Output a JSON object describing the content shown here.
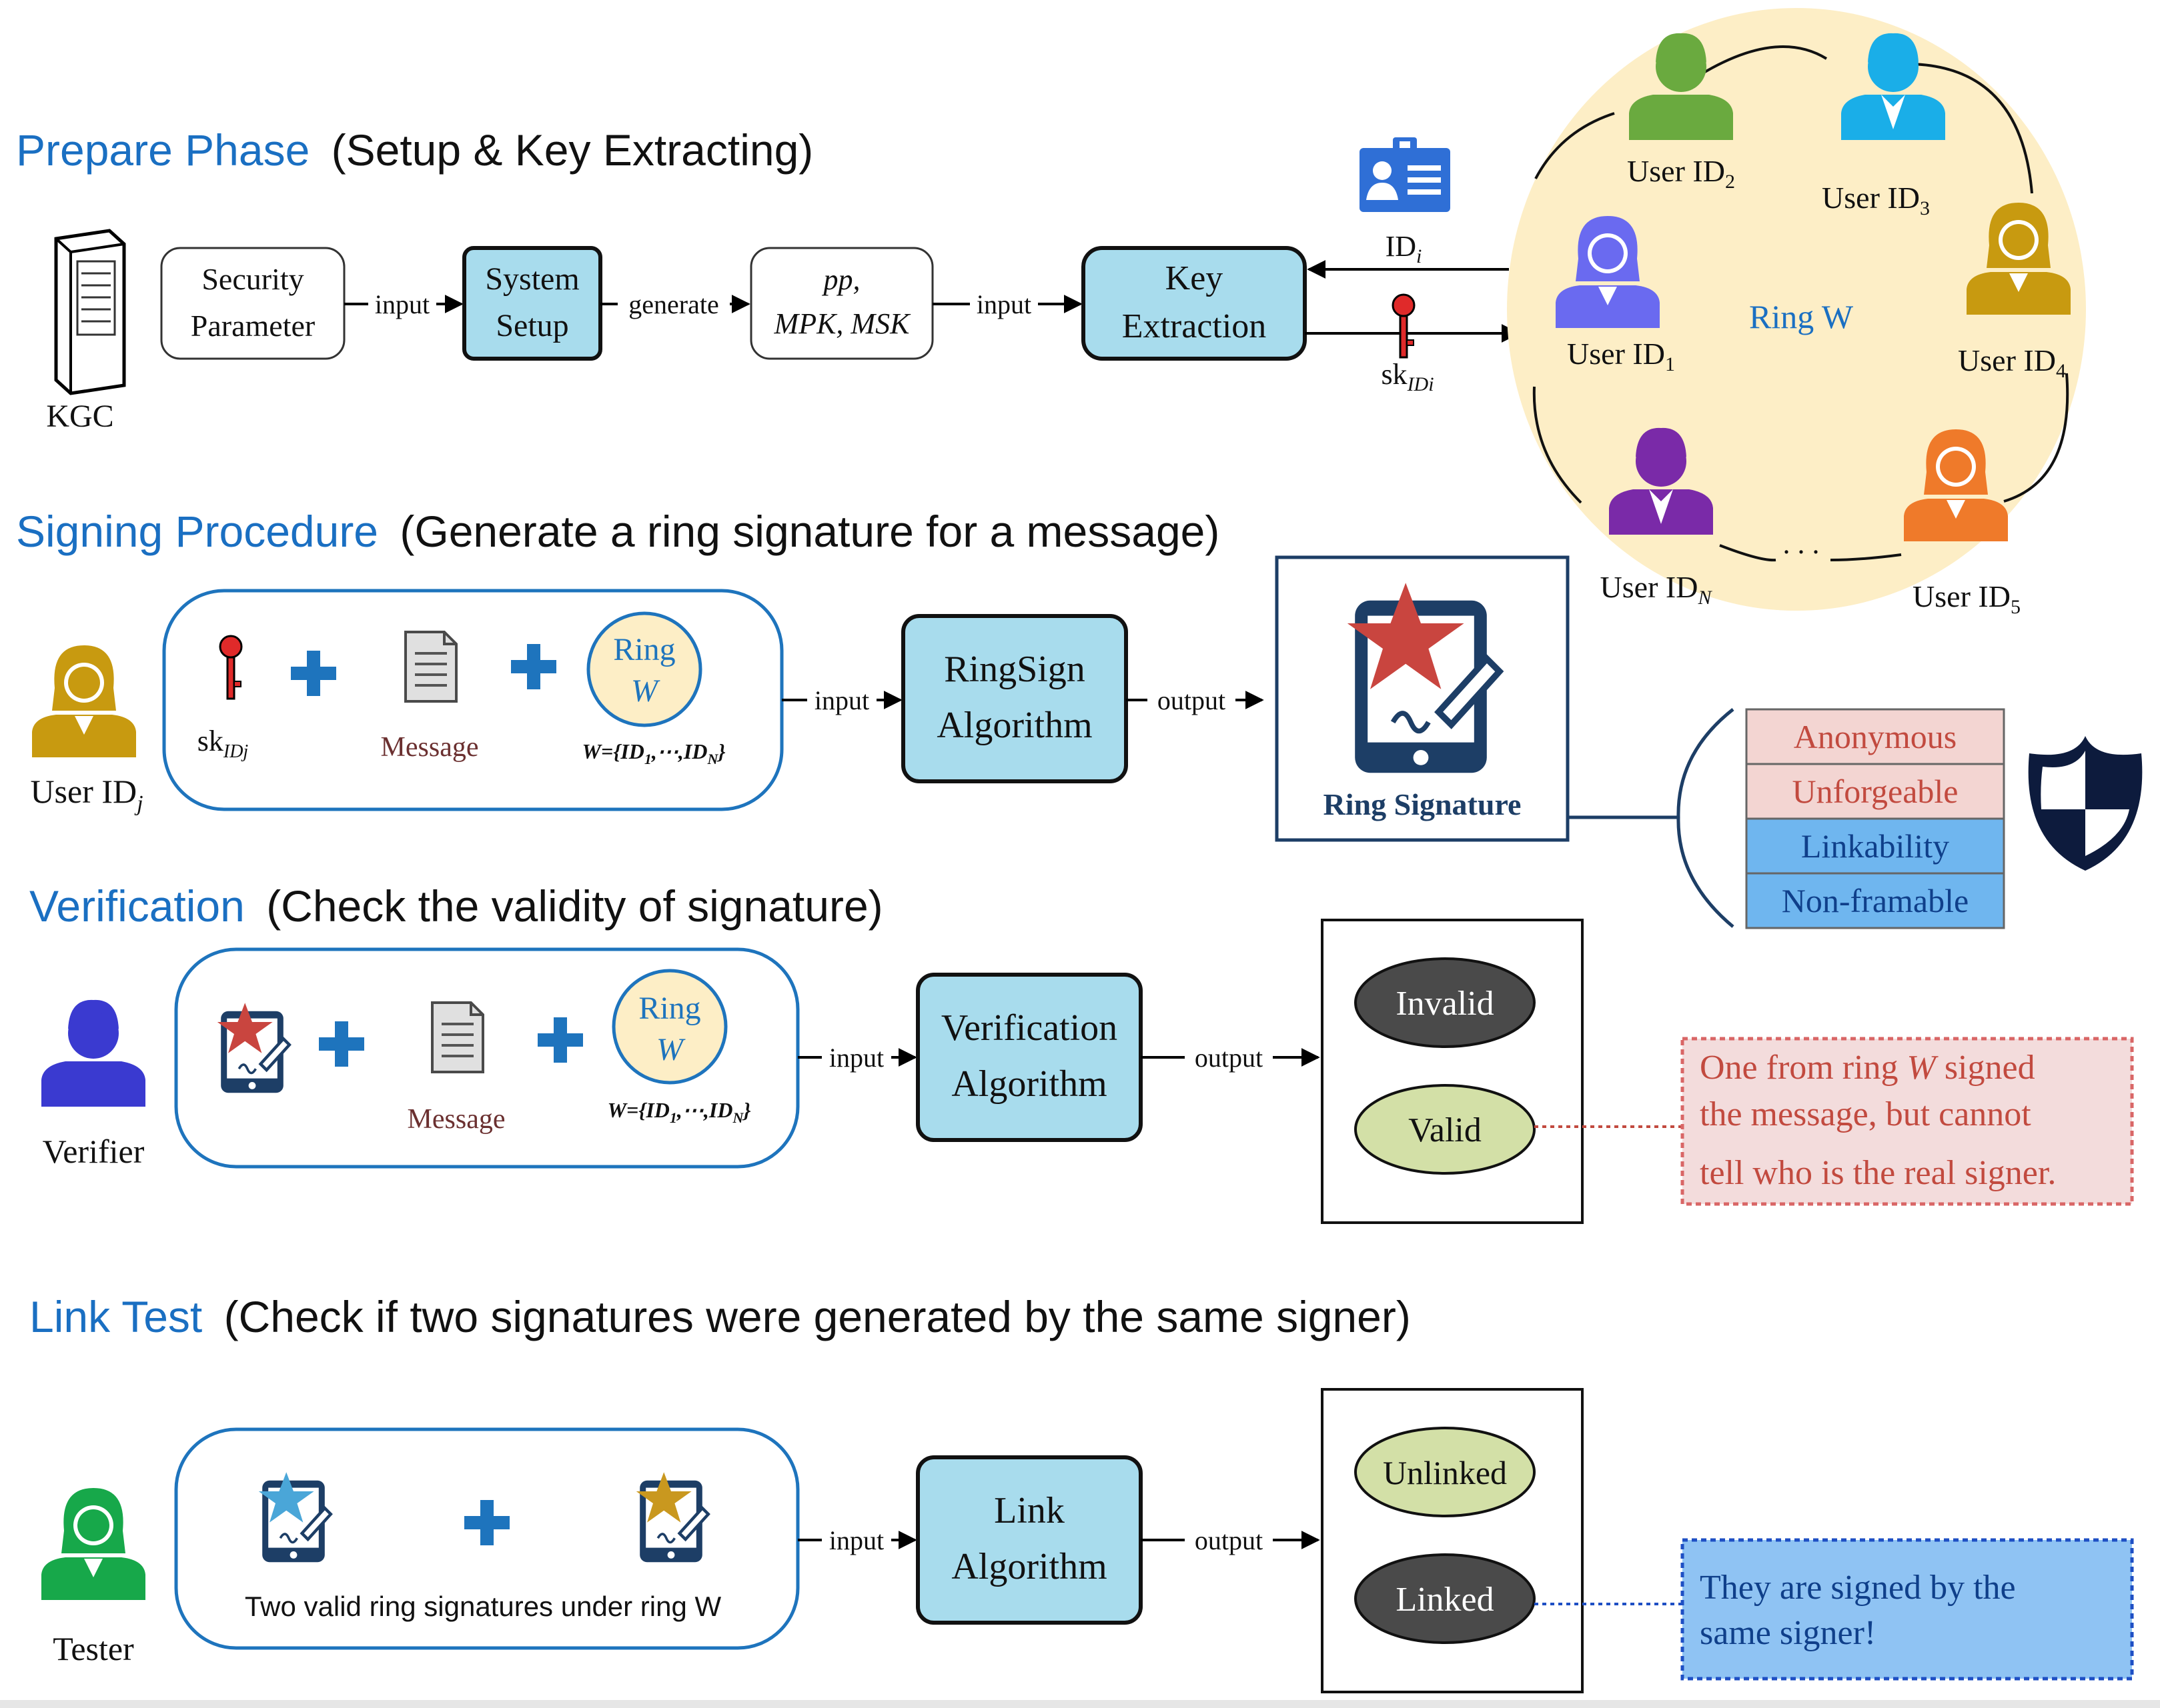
{
  "colors": {
    "heading_blue": "#1a6fc2",
    "box_fill": "#a8dced",
    "ring_fill": "#fdeec6",
    "prop_pink": "#f3d5d2",
    "prop_blue": "#6fb6ef",
    "note_red": "#d96666",
    "note_blue_fill": "#8fc3f3",
    "oval_dark": "#4a4a4a",
    "oval_light": "#d3e0a7",
    "shield": "#0d1b3d"
  },
  "sections": {
    "prepare": {
      "title": "Prepare Phase",
      "subtitle": "(Setup & Key Extracting)"
    },
    "signing": {
      "title": "Signing Procedure",
      "subtitle": "(Generate a ring signature for a message)"
    },
    "verification": {
      "title": "Verification",
      "subtitle": "(Check the validity of signature)"
    },
    "link": {
      "title": "Link Test",
      "subtitle": "(Check if two signatures were generated by the same signer)"
    }
  },
  "prepare": {
    "kgc_label": "KGC",
    "security_param": [
      "Security",
      "Parameter"
    ],
    "system_setup": [
      "System",
      "Setup"
    ],
    "pp_box": [
      "pp,",
      "MPK, MSK"
    ],
    "key_extraction": [
      "Key",
      "Extraction"
    ],
    "arrow_input_1": "input",
    "arrow_generate": "generate",
    "arrow_input_2": "input",
    "id_label": "ID",
    "id_sub": "i",
    "sk_label": "sk",
    "sk_sub": "IDi"
  },
  "ring": {
    "label": "Ring W",
    "dots": ". . .",
    "users": [
      {
        "name": "User ID",
        "sub": "2",
        "color": "#6aaa3f",
        "type": "male"
      },
      {
        "name": "User ID",
        "sub": "3",
        "color": "#1aaee8",
        "type": "male2"
      },
      {
        "name": "User ID",
        "sub": "1",
        "color": "#6a6af0",
        "type": "female"
      },
      {
        "name": "User ID",
        "sub": "4",
        "color": "#c89a10",
        "type": "female"
      },
      {
        "name": "User ID",
        "sub": "N",
        "color": "#7a2aa8",
        "type": "male2"
      },
      {
        "name": "User ID",
        "sub": "5",
        "color": "#ef7a2a",
        "type": "female"
      }
    ]
  },
  "signing": {
    "user_label": "User ID",
    "user_sub": "j",
    "sk_label": "sk",
    "sk_sub": "IDj",
    "message_label": "Message",
    "ring_text": [
      "Ring",
      "W"
    ],
    "ring_formula": "W={ID",
    "ring_formula_sub1": "1",
    "ring_formula_mid": ",⋯,ID",
    "ring_formula_sub2": "N",
    "ring_formula_end": "}",
    "arrow_input": "input",
    "algo": [
      "RingSign",
      "Algorithm"
    ],
    "arrow_output": "output",
    "result": "Ring Signature"
  },
  "properties": [
    "Anonymous",
    "Unforgeable",
    "Linkability",
    "Non-framable"
  ],
  "verification": {
    "user_label": "Verifier",
    "message_label": "Message",
    "ring_text": [
      "Ring",
      "W"
    ],
    "ring_formula": "W={ID",
    "ring_formula_sub1": "1",
    "ring_formula_mid": ",⋯,ID",
    "ring_formula_sub2": "N",
    "ring_formula_end": "}",
    "arrow_input": "input",
    "algo": [
      "Verification",
      "Algorithm"
    ],
    "arrow_output": "output",
    "invalid": "Invalid",
    "valid": "Valid",
    "note_pre": "One from ring ",
    "note_w": "W",
    "note_post": " signed",
    "note_line2": "the message, but cannot",
    "note_line3": "tell who is the real signer."
  },
  "link": {
    "user_label": "Tester",
    "caption": "Two valid ring signatures under ring W",
    "arrow_input": "input",
    "algo": [
      "Link",
      "Algorithm"
    ],
    "arrow_output": "output",
    "unlinked": "Unlinked",
    "linked": "Linked",
    "note_line1": "They are signed by the",
    "note_line2": "same signer!"
  }
}
